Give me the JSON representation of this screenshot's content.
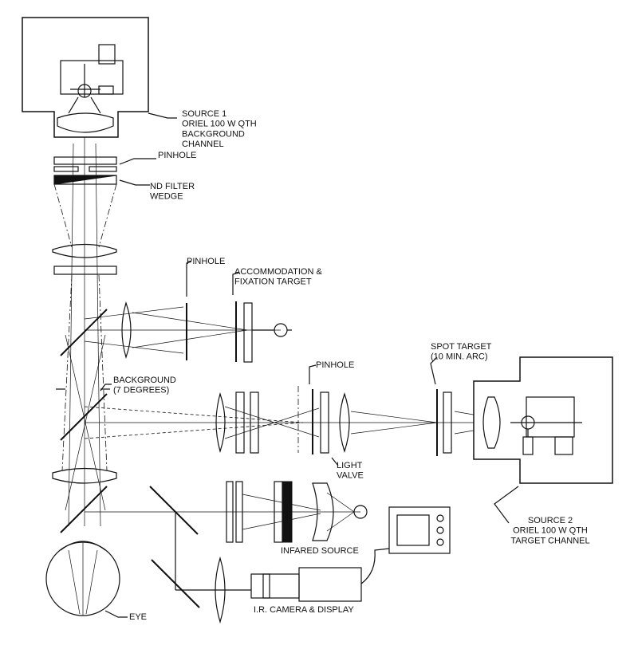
{
  "labels": {
    "source1": [
      "SOURCE 1",
      "ORIEL 100 W QTH",
      "BACKGROUND",
      "CHANNEL"
    ],
    "pinhole_top": [
      "PINHOLE"
    ],
    "nd_filter": [
      "ND FILTER",
      "WEDGE"
    ],
    "pinhole_mid": [
      "PINHOLE"
    ],
    "accommodation": [
      "ACCOMMODATION &",
      "FIXATION TARGET"
    ],
    "background": [
      "BACKGROUND",
      "(7 DEGREES)"
    ],
    "pinhole_right": [
      "PINHOLE"
    ],
    "spot_target": [
      "SPOT TARGET",
      "(10 MIN. ARC)"
    ],
    "light_valve": [
      "LIGHT",
      "VALVE"
    ],
    "source2": [
      "SOURCE 2",
      "ORIEL 100 W QTH",
      "TARGET CHANNEL"
    ],
    "infrared_source": [
      "INFARED SOURCE"
    ],
    "camera": [
      "I.R. CAMERA & DISPLAY"
    ],
    "eye": [
      "EYE"
    ]
  }
}
